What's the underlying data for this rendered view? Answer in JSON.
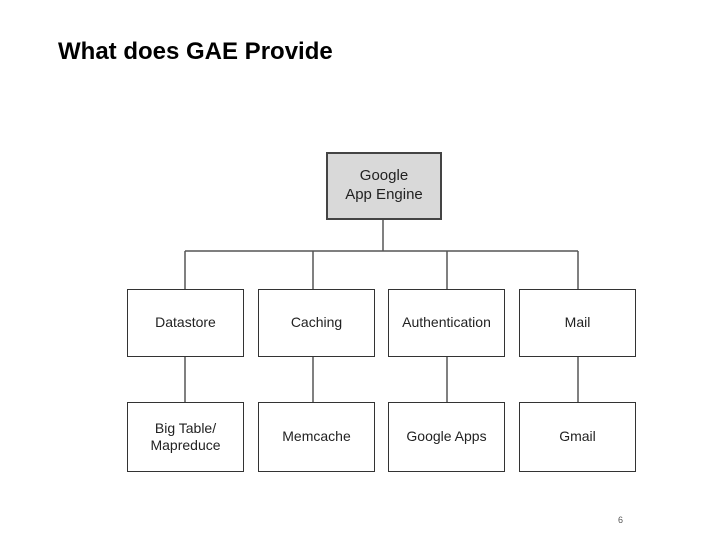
{
  "slide": {
    "title": "What does GAE Provide",
    "page_number": "6"
  },
  "diagram": {
    "root": {
      "line1": "Google",
      "line2": "App Engine"
    },
    "services": [
      {
        "label": "Datastore",
        "implementation_line1": "Big Table/",
        "implementation_line2": "Mapreduce"
      },
      {
        "label": "Caching",
        "implementation_line1": "Memcache",
        "implementation_line2": ""
      },
      {
        "label": "Authentication",
        "implementation_line1": "Google Apps",
        "implementation_line2": ""
      },
      {
        "label": "Mail",
        "implementation_line1": "Gmail",
        "implementation_line2": ""
      }
    ]
  }
}
